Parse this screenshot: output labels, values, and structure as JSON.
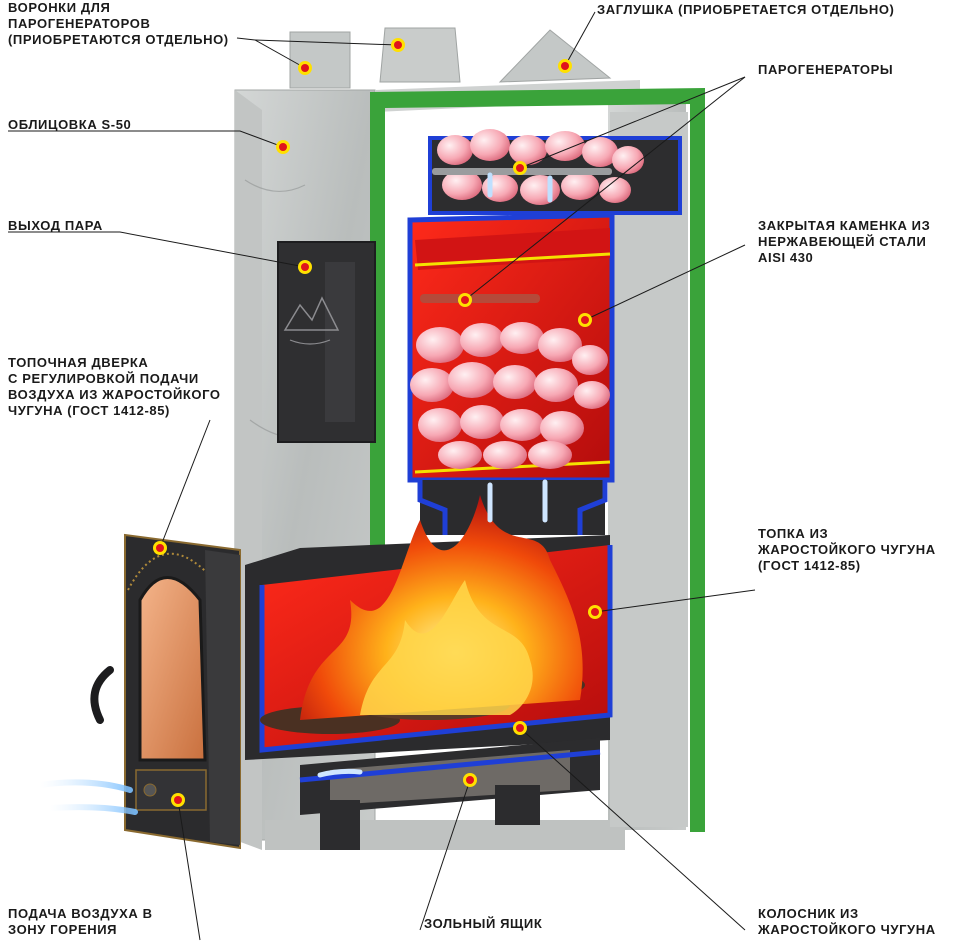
{
  "labels": {
    "funnels": [
      "ВОРОНКИ ДЛЯ",
      "ПАРОГЕНЕРАТОРОВ",
      "(ПРИОБРЕТАЮТСЯ ОТДЕЛЬНО)"
    ],
    "cladding": [
      "ОБЛИЦОВКА S-50"
    ],
    "steam_outlet": [
      "ВЫХОД ПАРА"
    ],
    "firebox_door": [
      "ТОПОЧНАЯ ДВЕРКА",
      "С РЕГУЛИРОВКОЙ ПОДАЧИ",
      "ВОЗДУХА ИЗ ЖАРОСТОЙКОГО",
      "ЧУГУНА (ГОСТ 1412-85)"
    ],
    "air_supply": [
      "ПОДАЧА ВОЗДУХА В",
      "ЗОНУ ГОРЕНИЯ"
    ],
    "plug": [
      "ЗАГЛУШКА (ПРИОБРЕТАЕТСЯ ОТДЕЛЬНО)"
    ],
    "steam_generators": [
      "ПАРОГЕНЕРАТОРЫ"
    ],
    "closed_heater": [
      "ЗАКРЫТАЯ КАМЕНКА ИЗ",
      "НЕРЖАВЕЮЩЕЙ СТАЛИ",
      "AISI 430"
    ],
    "furnace": [
      "ТОПКА ИЗ",
      "ЖАРОСТОЙКОГО ЧУГУНА",
      "(ГОСТ 1412-85)"
    ],
    "ash_box": [
      "ЗОЛЬНЫЙ ЯЩИК"
    ],
    "grate": [
      "КОЛОСНИК ИЗ",
      "ЖАРОСТОЙКОГО ЧУГУНА"
    ]
  },
  "colors": {
    "stone": "#c9cccb",
    "green_frame": "#3aa33a",
    "blue_walls": "#1f3fd6",
    "red_chamber": "#e01818",
    "yellow_bar": "#f5e200",
    "marker_red": "#e0141c",
    "marker_yellow": "#ffe000",
    "cast_iron": "#2c2c2e"
  }
}
